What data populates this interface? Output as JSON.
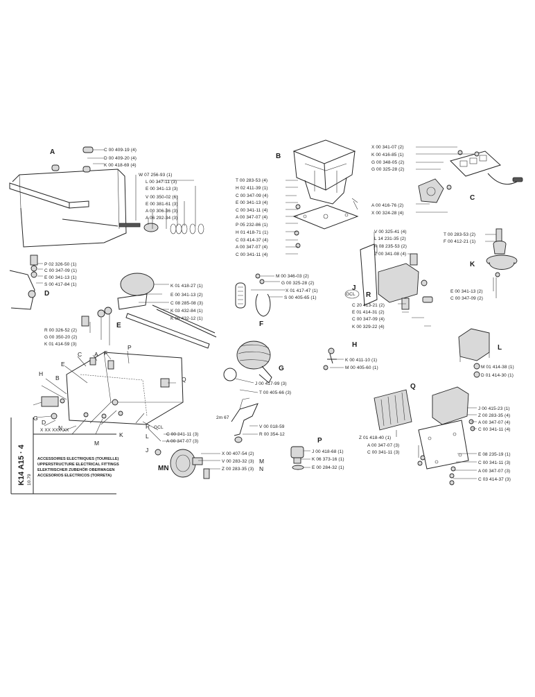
{
  "sheet": {
    "catalog_code": "K14 A15 · 4",
    "date": "10.79",
    "part_placeholder": "X XX XXX-XX",
    "titles": [
      "ACCESSOIRES ELECTRIQUES (TOURELLE)",
      "UPPERSTRUCTURE ELECTRICAL FITTINGS",
      "ELEKTRISCHER ZUBEHÖR OBERWAGEN",
      "ACCESORIOS ELECTRICOS (TORRETA)"
    ]
  },
  "sections": {
    "A": {
      "letter": "A",
      "parts": [
        "C 00 409-19 (4)",
        "D 00 409-20 (4)",
        "K 00 418-69 (4)",
        "W 07 256-93 (1)",
        "L 00 347-11 (3)",
        "E 00 341-13 (3)",
        "V 00 350-02 (6)",
        "E 00 381-61 (3)",
        "A 00 306-36 (3)",
        "A 06 292-34 (3)"
      ]
    },
    "B": {
      "letter": "B",
      "parts": [
        "T 00 283-53 (4)",
        "H 02 411-39 (1)",
        "C 00 347-09 (4)",
        "E 00 341-13 (4)",
        "C 00 341-11 (4)",
        "A 00 347-07 (4)",
        "P 05 232-86 (1)",
        "H 01 418-71 (1)",
        "C 03 414-37 (4)",
        "A 00 347-07 (4)",
        "C 00 341-11 (4)"
      ]
    },
    "C": {
      "letter": "C",
      "parts": [
        "X 00 341-07 (2)",
        "K 00 416-85 (1)",
        "G 00 348-05 (2)",
        "G 00 325-28 (2)",
        "A 00 416-76 (2)",
        "X 00 324-28 (4)"
      ]
    },
    "D": {
      "letter": "D",
      "parts": [
        "P 02 326-50 (1)",
        "C 00 347-09 (1)",
        "E 00 341-13 (1)",
        "S 00 417-84 (1)"
      ]
    },
    "E": {
      "letter": "E",
      "parts": [
        "K 01 418-27 (1)",
        "E 00 341-13 (2)",
        "C 08 285-08 (3)",
        "K 03 432-84 (1)",
        "K 08 432-12 (1)",
        "R 00 326-52 (2)",
        "G 00 350-20 (2)",
        "K 01 414-59 (3)"
      ]
    },
    "F": {
      "letter": "F",
      "parts": [
        "M 00 346-03 (2)",
        "G 00 325-28 (2)",
        "X 01 417-47 (1)",
        "S 00 405-65 (1)"
      ]
    },
    "G": {
      "letter": "G",
      "parts": [
        "J 00 417-99 (3)",
        "T 00 405-66 (3)"
      ]
    },
    "H": {
      "letter": "H",
      "parts": [
        "K 00 411-10 (1)",
        "M 00 405-60 (1)"
      ]
    },
    "JR": {
      "letter_j": "J",
      "letter_r": "R",
      "gcl": "GCL",
      "parts": [
        "V 00 325-41 (4)",
        "L 14 231-35 (2)",
        "R 08 235-53 (2)",
        "Z 00 341-08 (4)",
        "C 20 413-21 (2)",
        "E 01 414-31 (2)",
        "C 00 347-09 (4)",
        "K 00 329-22 (4)"
      ]
    },
    "K": {
      "letter": "K",
      "parts": [
        "T 00 283-53 (2)",
        "F 00 412-21 (1)",
        "E 00 341-13 (2)",
        "C 00 347-09 (2)"
      ]
    },
    "L": {
      "letter": "L",
      "parts": [
        "M 01 414-38 (1)",
        "D 01 414-30 (1)"
      ]
    },
    "MN": {
      "letter": "MN",
      "m": "M",
      "n": "N",
      "parts": [
        "X 00 407-54 (2)",
        "V 00 283-32 (3)",
        "Z 00 283-35 (3)"
      ]
    },
    "P": {
      "letter": "P",
      "parts": [
        "J 00 418-68 (1)",
        "K 06 373-16 (1)",
        "E 00 284-32 (1)"
      ]
    },
    "Q": {
      "letter": "Q",
      "parts": [
        "J 00 415-23 (1)",
        "Z 00 283-35 (4)",
        "A 00 347-07 (4)",
        "C 00 341-11 (4)",
        "Z 01 418-40 (1)",
        "A 00 347-07 (3)",
        "C 00 341-11 (3)",
        "E 08 235-19 (1)",
        "C 00 341-11 (3)",
        "A 00 347-07 (3)",
        "C 03 414-37 (3)"
      ]
    },
    "cab": {
      "parts": [
        "C 00 341-11 (3)",
        "A 00 347-07 (3)",
        "V 00 018-59",
        "R 00 354-12"
      ],
      "dim": "2m 67"
    },
    "overview_labels": [
      "A",
      "B",
      "C",
      "D",
      "E",
      "F",
      "G",
      "H",
      "J",
      "K",
      "L",
      "M",
      "N",
      "P",
      "Q",
      "R",
      "GCL"
    ]
  }
}
